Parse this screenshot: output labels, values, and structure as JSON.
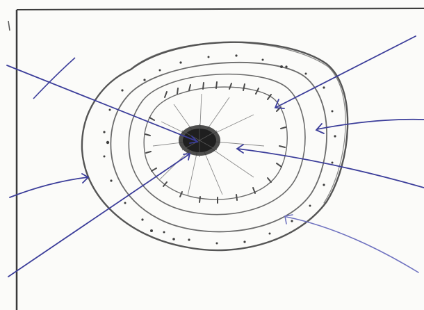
{
  "colors": {
    "paper": "#fbfbf9",
    "frame": "#3a3a3a",
    "pencil": "#6b6b6b",
    "pencil_dark": "#2f2f2f",
    "ink": "#3b3d9a",
    "ink_light": "#6f72c0"
  },
  "diagram": {
    "kind": "hand-drawn cross-section sketch of concentric rings with label pointer arrows",
    "rings": [
      {
        "name": "outer-ring"
      },
      {
        "name": "outer-band"
      },
      {
        "name": "middle-ring"
      },
      {
        "name": "inner-ring"
      },
      {
        "name": "center-core"
      }
    ],
    "pointers": [
      {
        "name": "pointer-upper-left-to-core"
      },
      {
        "name": "pointer-upper-right-to-inner-ring"
      },
      {
        "name": "pointer-right-to-middle-ring"
      },
      {
        "name": "pointer-right-to-inner-area"
      },
      {
        "name": "pointer-lower-right-to-outer-band"
      },
      {
        "name": "pointer-left-to-outer-band"
      },
      {
        "name": "pointer-lower-left-to-core"
      }
    ]
  }
}
